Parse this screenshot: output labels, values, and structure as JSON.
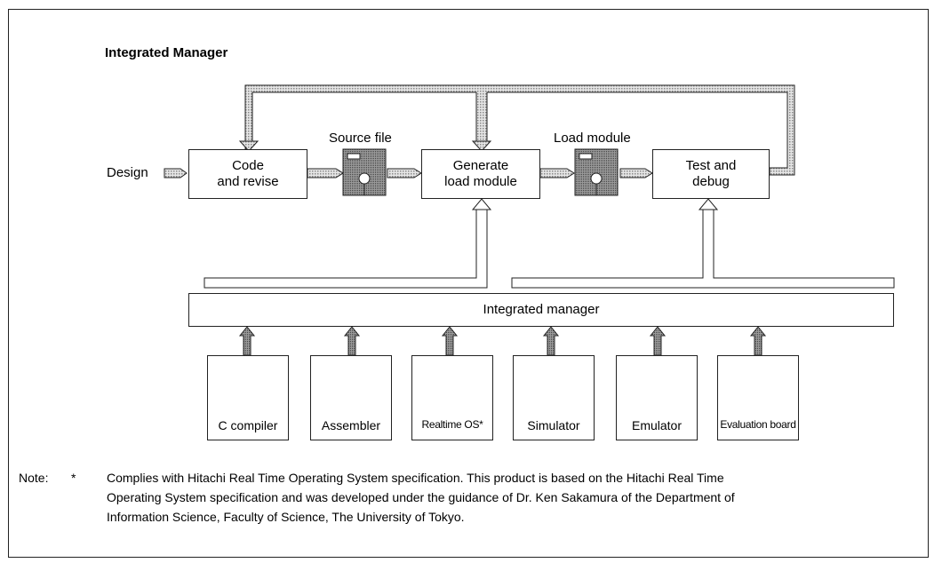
{
  "title": "Integrated Manager",
  "flow": {
    "design": "Design",
    "code_line1": "Code",
    "code_line2": "and revise",
    "source_file": "Source file",
    "generate_line1": "Generate",
    "generate_line2": "load module",
    "load_module": "Load module",
    "test_line1": "Test and",
    "test_line2": "debug"
  },
  "manager": "Integrated manager",
  "tools": [
    {
      "label": "C compiler",
      "icon": "floppy-disk-icon"
    },
    {
      "label": "Assembler",
      "icon": "floppy-disk-icon"
    },
    {
      "label": "Realtime OS*",
      "icon": "floppy-disk-icon"
    },
    {
      "label": "Simulator",
      "icon": "floppy-disk-icon"
    },
    {
      "label": "Emulator",
      "icon": "emulator-device-icon"
    },
    {
      "label": "Evaluation board",
      "icon": "circuit-board-icon"
    }
  ],
  "note": {
    "prefix": "Note:",
    "marker": "*",
    "line1": "Complies with Hitachi Real Time Operating System specification.  This product is based on the Hitachi Real Time",
    "line2": "Operating System specification and was developed under the guidance of Dr. Ken Sakamura of the Department of",
    "line3": "Information Science, Faculty of Science, The University of Tokyo."
  },
  "colors": {
    "shaded_fill": "#a9a9a9",
    "pipe_fill": "#cfcfcf",
    "line": "#222222"
  }
}
